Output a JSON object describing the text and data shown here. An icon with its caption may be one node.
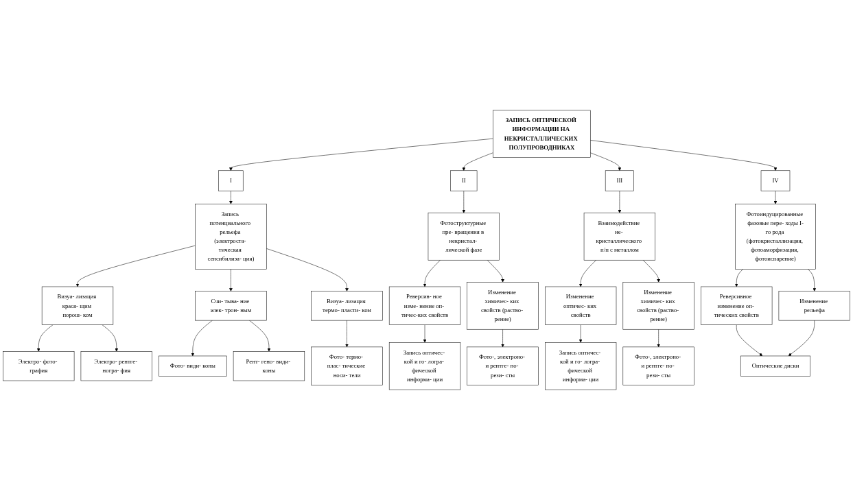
{
  "diagram": {
    "nodes": [
      {
        "text": [
          "ЗАПИСЬ ОПТИЧЕСКОЙ ИНФОРМАЦИИ НА НЕКРИСТАЛЛИЧЕСКИХ ПОЛУПРОВОДНИКАХ"
        ]
      },
      {
        "text": [
          "I"
        ]
      },
      {
        "text": [
          "II"
        ]
      },
      {
        "text": [
          "III"
        ]
      },
      {
        "text": [
          "IV"
        ]
      },
      {
        "text": [
          "Запись потенциального рельефа (электроста- тическая сенсибилиза- ция)"
        ]
      },
      {
        "text": [
          "Фотоструктурные пре- вращения в некристал- лической фазе"
        ]
      },
      {
        "text": [
          "Взаимодействие не- кристаллического п/п с металлом"
        ]
      },
      {
        "text": [
          "Фотоиндуцированные фазовые пере- ходы I-го рода (фотокристаллизация, фотоаморфизация, фотоиспарение)"
        ]
      },
      {
        "text": [
          "Визуа- лизация крася- щим порош- ком"
        ]
      },
      {
        "text": [
          "Счи- тыва- ние элек- трон- ным"
        ]
      },
      {
        "text": [
          "Визуа- лизация термо- пласти- ком"
        ]
      },
      {
        "text": [
          "Реверсив- ное изме- нение оп- тичес-ких свойств"
        ]
      },
      {
        "text": [
          "Изменение химичес- ких свойств (раство- рение)"
        ]
      },
      {
        "text": [
          "Изменение оптичес- ких свойств"
        ]
      },
      {
        "text": [
          "Изменение химичес- ких свойств (раство- рение)"
        ]
      },
      {
        "text": [
          "Реверсивное изменение оп- тических свойств"
        ]
      },
      {
        "text": [
          "Изменение рельефа"
        ]
      },
      {
        "text": [
          "Электро- фото- графия"
        ]
      },
      {
        "text": [
          "Фото- види- коны"
        ]
      },
      {
        "text": [
          "Фото- термо- плас- тические носи- тели"
        ]
      },
      {
        "text": [
          "Запись оптичес- кой и го- логра- фической информа- ции"
        ]
      },
      {
        "text": [
          "Фото-, электроно- и рентге- но- рези- сты"
        ]
      },
      {
        "text": [
          "Запись оптичес- кой и го- логра- фической информа- ции"
        ]
      },
      {
        "text": [
          "Фото-, электроно- и рентге- но- рези- сты"
        ]
      },
      {
        "text": [
          "Оптические диски"
        ]
      },
      {
        "text": [
          "Электро- рентге- ногра- фия"
        ]
      },
      {
        "text": [
          "Рент- гено- види- коны"
        ]
      }
    ],
    "edges": [
      {
        "from": 0,
        "to": 1,
        "arrow": "to"
      },
      {
        "from": 0,
        "to": 2,
        "arrow": "to"
      },
      {
        "from": 0,
        "to": 3,
        "arrow": "to"
      },
      {
        "from": 0,
        "to": 4,
        "arrow": "to"
      },
      {
        "from": 1,
        "to": 5,
        "arrow": "to"
      },
      {
        "from": 2,
        "to": 6,
        "arrow": "to"
      },
      {
        "from": 3,
        "to": 7,
        "arrow": "to"
      },
      {
        "from": 4,
        "to": 8,
        "arrow": "to"
      },
      {
        "from": 5,
        "to": 9,
        "arrow": "to"
      },
      {
        "from": 5,
        "to": 10,
        "arrow": "to"
      },
      {
        "from": 5,
        "to": 11,
        "arrow": "to"
      },
      {
        "from": 6,
        "to": 12,
        "arrow": "to"
      },
      {
        "from": 6,
        "to": 13,
        "arrow": "to"
      },
      {
        "from": 7,
        "to": 14,
        "arrow": "to"
      },
      {
        "from": 7,
        "to": 15,
        "arrow": "to"
      },
      {
        "from": 8,
        "to": 16,
        "arrow": "to"
      },
      {
        "from": 8,
        "to": 17,
        "arrow": "to"
      },
      {
        "from": 9,
        "to": 18,
        "arrow": "to"
      },
      {
        "from": 9,
        "to": 26,
        "arrow": "to"
      },
      {
        "from": 10,
        "to": 19,
        "arrow": "to"
      },
      {
        "from": 10,
        "to": 27,
        "arrow": "to"
      },
      {
        "from": 11,
        "to": 20,
        "arrow": "to"
      },
      {
        "from": 12,
        "to": 21,
        "arrow": "to"
      },
      {
        "from": 13,
        "to": 22,
        "arrow": "to"
      },
      {
        "from": 14,
        "to": 23,
        "arrow": "to"
      },
      {
        "from": 15,
        "to": 24,
        "arrow": "to"
      },
      {
        "from": 16,
        "to": 25,
        "arrow": "to"
      },
      {
        "from": 17,
        "to": 25,
        "arrow": "to"
      }
    ]
  }
}
